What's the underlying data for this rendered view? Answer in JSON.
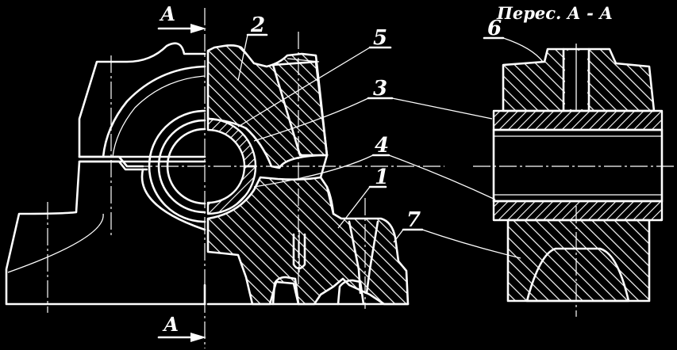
{
  "section_title": "Перес. А - А",
  "cut_marks": {
    "top": "А",
    "bottom": "А"
  },
  "callouts": [
    "1",
    "2",
    "3",
    "4",
    "5",
    "6",
    "7"
  ],
  "colors": {
    "background": "#000000",
    "lines": "#ffffff"
  }
}
